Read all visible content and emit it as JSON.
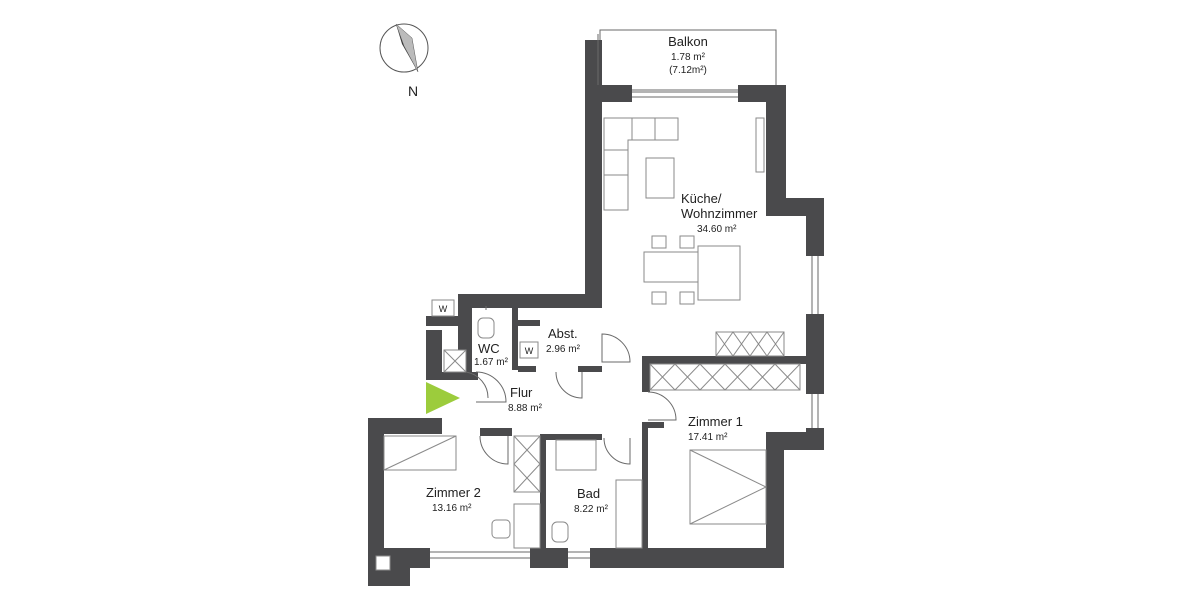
{
  "compass": {
    "label": "N"
  },
  "rooms": [
    {
      "id": "balkon",
      "name": "Balkon",
      "area": "1.78 m²",
      "area2": "(7.12m²)"
    },
    {
      "id": "kueche",
      "name": "Küche/",
      "name2": "Wohnzimmer",
      "area": "34.60 m²"
    },
    {
      "id": "wc",
      "name": "WC",
      "area": "1.67 m²"
    },
    {
      "id": "abst",
      "name": "Abst.",
      "area": "2.96 m²"
    },
    {
      "id": "flur",
      "name": "Flur",
      "area": "8.88 m²"
    },
    {
      "id": "zimmer1",
      "name": "Zimmer 1",
      "area": "17.41 m²"
    },
    {
      "id": "zimmer2",
      "name": "Zimmer 2",
      "area": "13.16 m²"
    },
    {
      "id": "bad",
      "name": "Bad",
      "area": "8.22 m²"
    }
  ],
  "washer_labels": [
    "W",
    "W"
  ],
  "colors": {
    "wall": "#4a4a4c",
    "entrance_marker": "#9ccc3c",
    "background": "#ffffff"
  }
}
